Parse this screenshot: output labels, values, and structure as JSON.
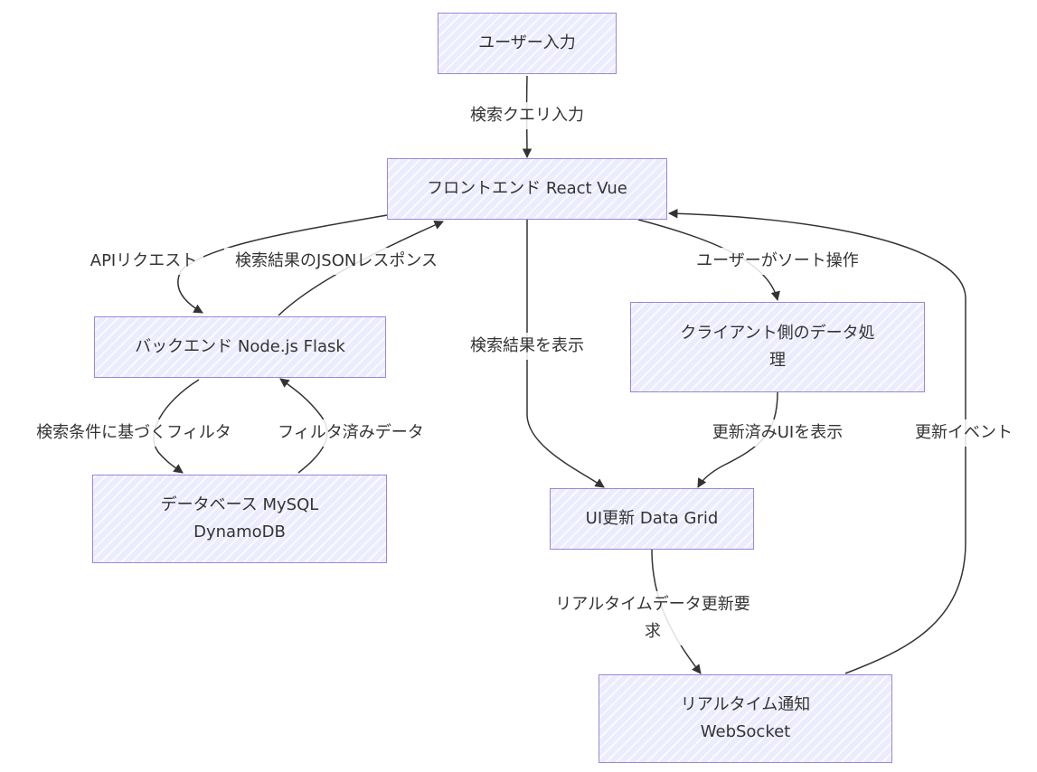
{
  "nodes": {
    "user_input": {
      "label": "ユーザー入力"
    },
    "frontend": {
      "label": "フロントエンド React Vue"
    },
    "backend": {
      "label": "バックエンド Node.js Flask"
    },
    "database": {
      "line1": "データベース MySQL",
      "line2": "DynamoDB"
    },
    "client_processing": {
      "line1": "クライアント側のデータ処",
      "line2": "理"
    },
    "ui_update": {
      "label": "UI更新 Data Grid"
    },
    "realtime": {
      "line1": "リアルタイム通知",
      "line2": "WebSocket"
    }
  },
  "edges": {
    "search_query_input": "検索クエリ入力",
    "api_request": "APIリクエスト",
    "json_response": "検索結果のJSONレスポンス",
    "show_results": "検索結果を表示",
    "user_sort": "ユーザーがソート操作",
    "filter_by_condition": "検索条件に基づくフィルタ",
    "filtered_data": "フィルタ済みデータ",
    "show_updated_ui": "更新済みUIを表示",
    "update_event": "更新イベント",
    "realtime_request_line1": "リアルタイムデータ更新要",
    "realtime_request_line2": "求"
  },
  "colors": {
    "node_fill": "#ececff",
    "node_border": "#9b87d8",
    "edge": "#333333"
  }
}
